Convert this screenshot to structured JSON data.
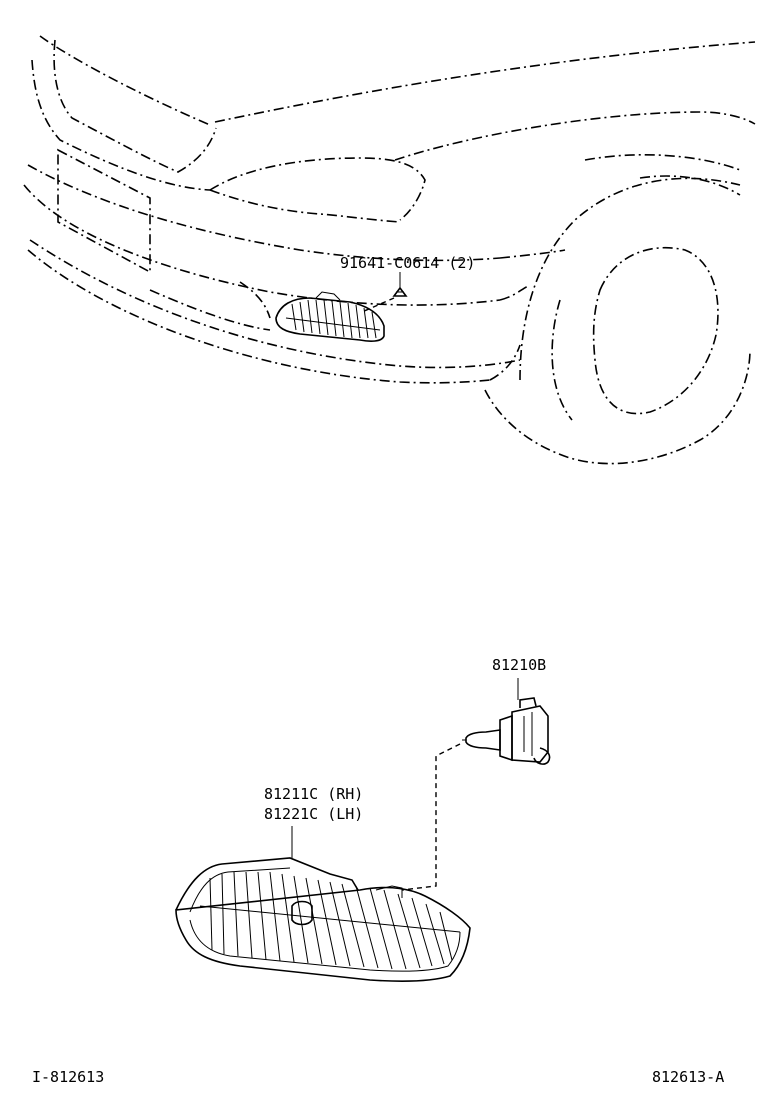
{
  "parts": {
    "clip": "91641-C0614 (2)",
    "bulb": "81210B",
    "lamp_rh": "81211C (RH)",
    "lamp_lh": "81221C (LH)"
  },
  "footer": {
    "left_code": "I-812613",
    "right_code": "812613-A"
  }
}
